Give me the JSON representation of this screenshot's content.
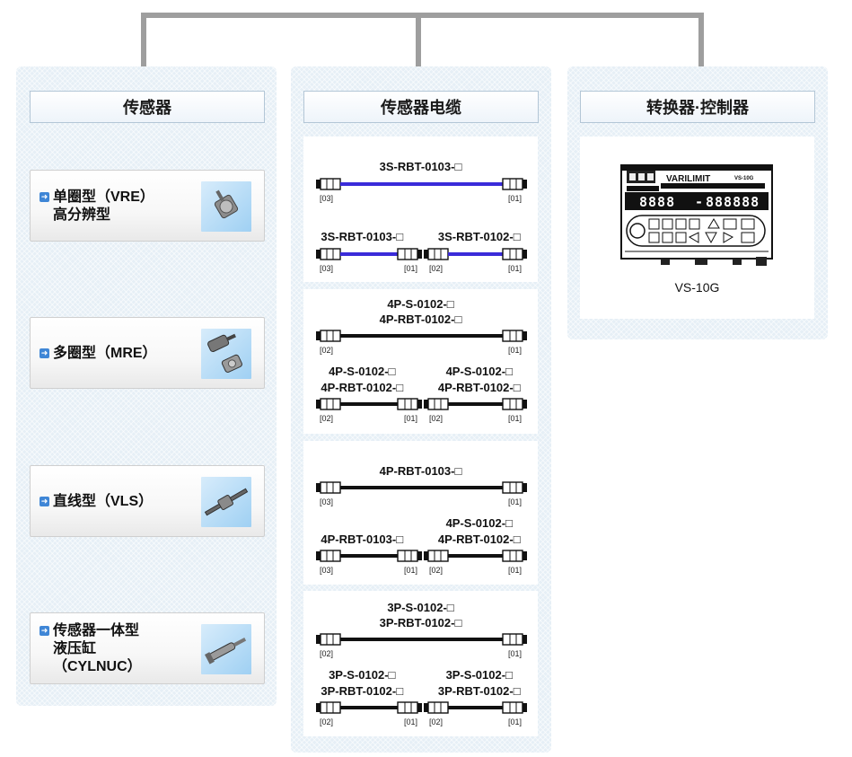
{
  "sensors": {
    "header": "传感器",
    "items": [
      {
        "lines": [
          "单圈型（VRE）",
          "高分辨型"
        ]
      },
      {
        "lines": [
          "多圈型（MRE）"
        ]
      },
      {
        "lines": [
          "直线型（VLS）"
        ]
      },
      {
        "lines": [
          "传感器一体型",
          "液压缸",
          "（CYLNUC）"
        ]
      }
    ]
  },
  "cables": {
    "header": "传感器电缆",
    "groups": [
      {
        "color": "#3a2bd9",
        "single": {
          "titles": [
            "3S-RBT-0103-□"
          ],
          "left": "[03]",
          "right": "[01]"
        },
        "pair": [
          {
            "titles": [
              "3S-RBT-0103-□"
            ],
            "left": "[03]",
            "right": "[01]"
          },
          {
            "titles": [
              "3S-RBT-0102-□"
            ],
            "left": "[02]",
            "right": "[01]"
          }
        ]
      },
      {
        "color": "#111111",
        "single": {
          "titles": [
            "4P-S-0102-□",
            "4P-RBT-0102-□"
          ],
          "left": "[02]",
          "right": "[01]"
        },
        "pair": [
          {
            "titles": [
              "4P-S-0102-□",
              "4P-RBT-0102-□"
            ],
            "left": "[02]",
            "right": "[01]"
          },
          {
            "titles": [
              "4P-S-0102-□",
              "4P-RBT-0102-□"
            ],
            "left": "[02]",
            "right": "[01]"
          }
        ]
      },
      {
        "color": "#111111",
        "single": {
          "titles": [
            "4P-RBT-0103-□"
          ],
          "left": "[03]",
          "right": "[01]"
        },
        "pair": [
          {
            "titles": [
              "4P-RBT-0103-□"
            ],
            "left": "[03]",
            "right": "[01]"
          },
          {
            "titles": [
              "4P-S-0102-□",
              "4P-RBT-0102-□"
            ],
            "left": "[02]",
            "right": "[01]"
          }
        ]
      },
      {
        "color": "#111111",
        "single": {
          "titles": [
            "3P-S-0102-□",
            "3P-RBT-0102-□"
          ],
          "left": "[02]",
          "right": "[01]"
        },
        "pair": [
          {
            "titles": [
              "3P-S-0102-□",
              "3P-RBT-0102-□"
            ],
            "left": "[02]",
            "right": "[01]"
          },
          {
            "titles": [
              "3P-S-0102-□",
              "3P-RBT-0102-□"
            ],
            "left": "[02]",
            "right": "[01]"
          }
        ]
      }
    ]
  },
  "controllers": {
    "header": "转换器·控制器",
    "device": {
      "brand": "VARILIMIT",
      "model_badge": "VS-10G",
      "display_left": "8888",
      "display_right": "888888",
      "caption": "VS-10G"
    }
  },
  "colors": {
    "column_bg": "#e6eff6",
    "connector": "#9e9e9e",
    "arrow": "#3f86d6"
  }
}
